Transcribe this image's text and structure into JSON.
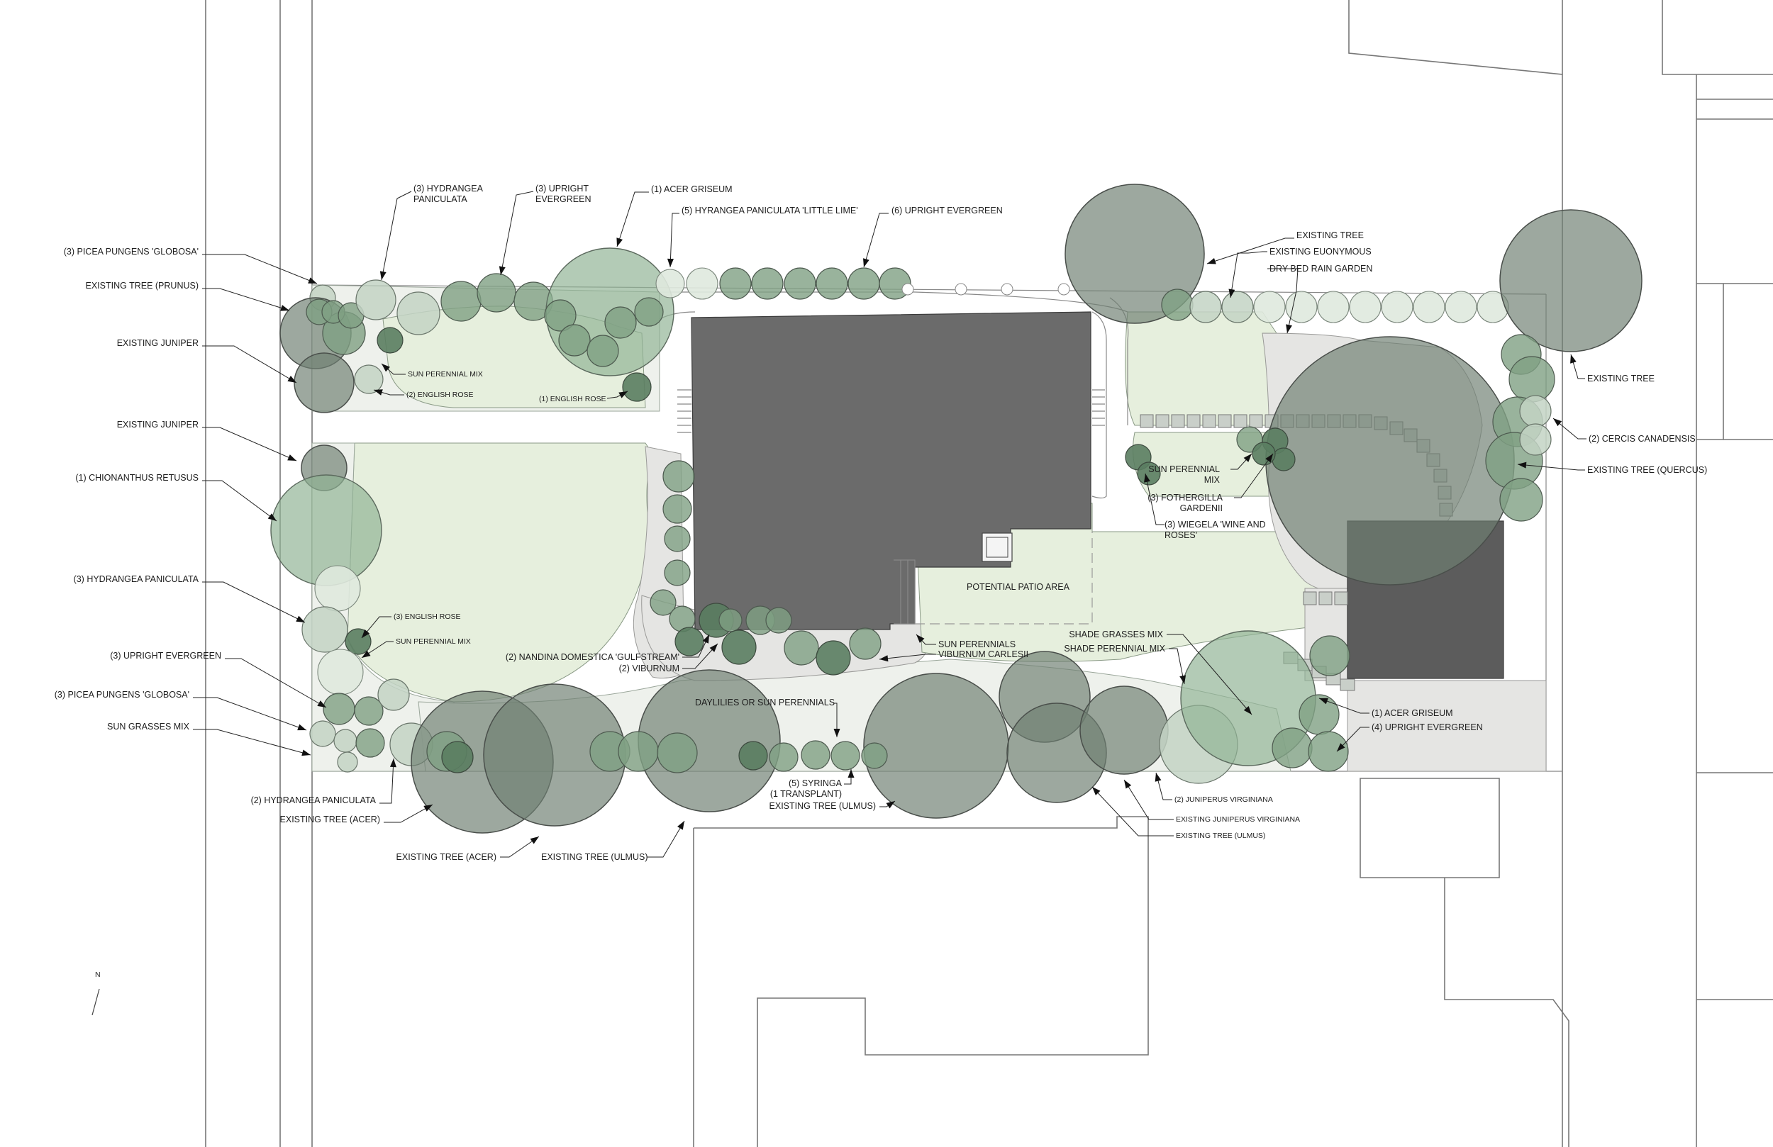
{
  "plan": {
    "north_label": "N",
    "house_features": {
      "patio": "POTENTIAL PATIO AREA"
    },
    "labels": [
      {
        "id": "hydrangea-n",
        "lines": [
          "(3) HYDRANGEA",
          "PANICULATA"
        ]
      },
      {
        "id": "upright-evergreen-n",
        "lines": [
          "(3) UPRIGHT",
          "EVERGREEN"
        ]
      },
      {
        "id": "acer-griseum-n",
        "lines": [
          "(1) ACER GRISEUM"
        ]
      },
      {
        "id": "hyrangea-little-lime",
        "lines": [
          "(5) HYRANGEA PANICULATA  'LITTLE LIME'"
        ]
      },
      {
        "id": "upright-evergreen-6",
        "lines": [
          "(6) UPRIGHT EVERGREEN"
        ]
      },
      {
        "id": "picea-globosa-nw",
        "lines": [
          "(3) PICEA PUNGENS 'GLOBOSA'"
        ]
      },
      {
        "id": "existing-prunus",
        "lines": [
          "EXISTING TREE (PRUNUS)"
        ]
      },
      {
        "id": "existing-juniper-1",
        "lines": [
          "EXISTING JUNIPER"
        ]
      },
      {
        "id": "sun-perennial-mix-n",
        "lines": [
          "SUN PERENNIAL MIX"
        ]
      },
      {
        "id": "english-rose-2",
        "lines": [
          "(2) ENGLISH ROSE"
        ]
      },
      {
        "id": "english-rose-1",
        "lines": [
          "(1) ENGLISH ROSE"
        ]
      },
      {
        "id": "existing-juniper-2",
        "lines": [
          "EXISTING JUNIPER"
        ]
      },
      {
        "id": "chionanthus",
        "lines": [
          "(1) CHIONANTHUS RETUSUS"
        ]
      },
      {
        "id": "hydrangea-w",
        "lines": [
          "(3) HYDRANGEA PANICULATA"
        ]
      },
      {
        "id": "english-rose-3",
        "lines": [
          "(3) ENGLISH ROSE"
        ]
      },
      {
        "id": "sun-perennial-mix-w",
        "lines": [
          "SUN PERENNIAL MIX"
        ]
      },
      {
        "id": "upright-evergreen-w",
        "lines": [
          "(3) UPRIGHT EVERGREEN"
        ]
      },
      {
        "id": "picea-globosa-sw",
        "lines": [
          "(3) PICEA PUNGENS 'GLOBOSA'"
        ]
      },
      {
        "id": "sun-grasses",
        "lines": [
          "SUN GRASSES MIX"
        ]
      },
      {
        "id": "hydrangea-2",
        "lines": [
          "(2) HYDRANGEA PANICULATA"
        ]
      },
      {
        "id": "existing-acer-1",
        "lines": [
          "EXISTING TREE (ACER)"
        ]
      },
      {
        "id": "existing-acer-2",
        "lines": [
          "EXISTING TREE (ACER)"
        ]
      },
      {
        "id": "existing-ulmus-1",
        "lines": [
          "EXISTING TREE (ULMUS)"
        ]
      },
      {
        "id": "nandina",
        "lines": [
          "(2) NANDINA DOMESTICA 'GULFSTREAM'"
        ]
      },
      {
        "id": "viburnum",
        "lines": [
          "(2) VIBURNUM"
        ]
      },
      {
        "id": "daylilies",
        "lines": [
          "DAYLILIES OR SUN PERENNIALS"
        ]
      },
      {
        "id": "syringa",
        "lines": [
          "(5) SYRINGA",
          "(1 TRANSPLANT)"
        ]
      },
      {
        "id": "existing-ulmus-2",
        "lines": [
          "EXISTING TREE (ULMUS)"
        ]
      },
      {
        "id": "sun-perennials-s",
        "lines": [
          "SUN PERENNIALS"
        ]
      },
      {
        "id": "viburnum-carlesii",
        "lines": [
          "VIBURNUM CARLESII"
        ]
      },
      {
        "id": "shade-grasses",
        "lines": [
          "SHADE GRASSES MIX"
        ]
      },
      {
        "id": "shade-perennial",
        "lines": [
          "SHADE PERENNIAL MIX"
        ]
      },
      {
        "id": "juniperus-2",
        "lines": [
          "(2) JUNIPERUS VIRGINIANA"
        ]
      },
      {
        "id": "existing-juniperus",
        "lines": [
          "EXISTING JUNIPERUS VIRGINIANA"
        ]
      },
      {
        "id": "existing-ulmus-3",
        "lines": [
          "EXISTING TREE (ULMUS)"
        ]
      },
      {
        "id": "acer-griseum-se",
        "lines": [
          "(1) ACER GRISEUM"
        ]
      },
      {
        "id": "upright-evergreen-4",
        "lines": [
          "(4) UPRIGHT EVERGREEN"
        ]
      },
      {
        "id": "existing-tree-ne",
        "lines": [
          "EXISTING TREE"
        ]
      },
      {
        "id": "existing-euonymous",
        "lines": [
          "EXISTING EUONYMOUS"
        ]
      },
      {
        "id": "dry-bed",
        "lines": [
          "DRY BED RAIN GARDEN"
        ]
      },
      {
        "id": "existing-tree-e",
        "lines": [
          "EXISTING TREE"
        ]
      },
      {
        "id": "cercis",
        "lines": [
          "(2) CERCIS CANADENSIS"
        ]
      },
      {
        "id": "existing-quercus",
        "lines": [
          "EXISTING TREE (QUERCUS)"
        ]
      },
      {
        "id": "sun-perennial-mix-e",
        "lines": [
          "SUN PERENNIAL",
          "MIX"
        ]
      },
      {
        "id": "fothergilla",
        "lines": [
          "(3) FOTHERGILLA",
          "GARDENII"
        ]
      },
      {
        "id": "wiegela",
        "lines": [
          "(3) WIEGELA 'WINE AND",
          "ROSES'"
        ]
      }
    ]
  }
}
